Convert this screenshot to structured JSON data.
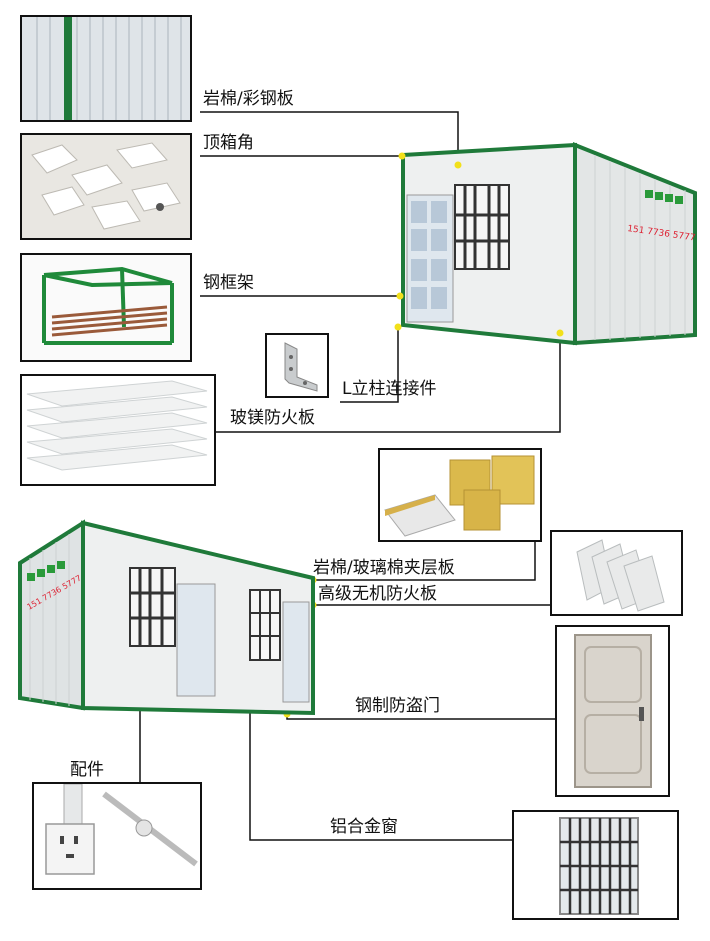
{
  "labels": {
    "rock_wool_color_steel": "岩棉/彩钢板",
    "top_corner": "顶箱角",
    "steel_frame": "钢框架",
    "l_column_connector": "L立柱连接件",
    "glass_magnesium_board": "玻镁防火板",
    "sandwich_panel": "岩棉/玻璃棉夹层板",
    "inorganic_fireproof_board": "高级无机防火板",
    "steel_security_door": "钢制防盗门",
    "accessories": "配件",
    "aluminum_window": "铝合金窗"
  },
  "container_signage": {
    "top_phone": "151 7736 5777",
    "bottom_phone": "151 7736 5777"
  },
  "colors": {
    "frame_green": "#1f7a3a",
    "panel_white": "#eef0f0",
    "marker_yellow": "#f2e01a",
    "line_black": "#111111"
  }
}
